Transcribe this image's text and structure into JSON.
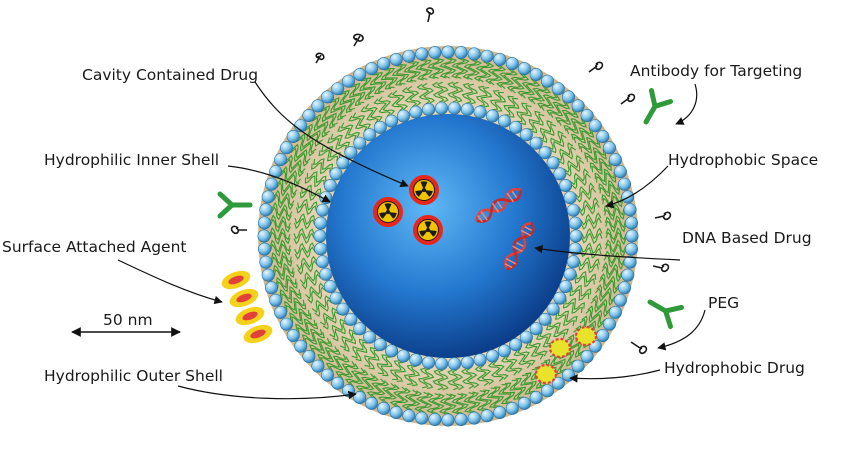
{
  "labels": {
    "cavity_drug": "Cavity Contained Drug",
    "inner_shell": "Hydrophilic Inner Shell",
    "surface_agent": "Surface Attached Agent",
    "scale": "50 nm",
    "outer_shell": "Hydrophilic Outer Shell",
    "antibody": "Antibody for Targeting",
    "hydrophobic_space": "Hydrophobic Space",
    "dna_drug": "DNA Based Drug",
    "peg": "PEG",
    "hydrophobic_drug": "Hydrophobic Drug"
  },
  "colors": {
    "core_light": "#4aa8f0",
    "core_dark": "#0c3f8f",
    "shell_tan": "#d8c7a4",
    "lipid_head": "#7ec3ea",
    "lipid_tail": "#3a9a2e",
    "antibody": "#2e9a3a",
    "dna": "#e0413a",
    "radioactive_ring": "#e8261c",
    "radioactive_fill": "#f2c400",
    "surface_agent": "#f4d21c"
  },
  "icons": {
    "radioactive": "radiation-trefoil-icon",
    "dna": "dna-helix-icon",
    "antibody": "y-shaped-antibody-icon",
    "peg": "peg-chain-icon"
  }
}
